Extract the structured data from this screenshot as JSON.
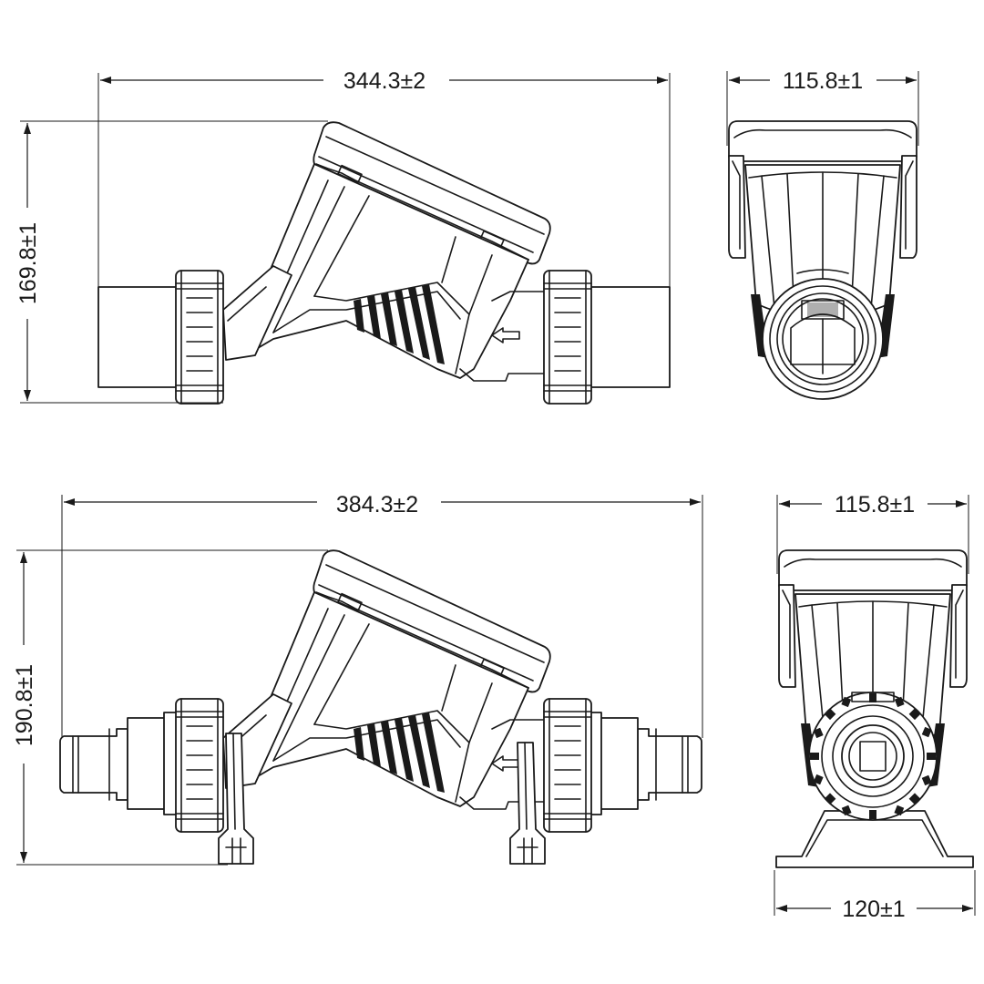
{
  "dimensions": {
    "top_front_width": "344.3±2",
    "top_front_height": "169.8±1",
    "top_side_width": "115.8±1",
    "bottom_front_width": "384.3±2",
    "bottom_front_height": "190.8±1",
    "bottom_side_width": "115.8±1",
    "bottom_side_base_width": "120±1"
  }
}
